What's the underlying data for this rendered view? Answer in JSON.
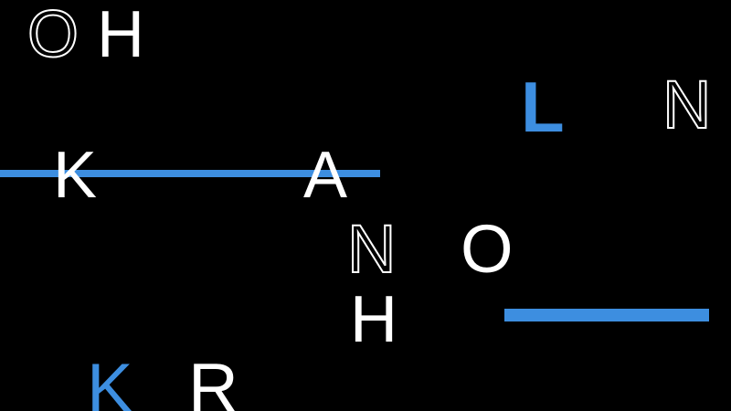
{
  "colors": {
    "background": "#000000",
    "text": "#ffffff",
    "accent": "#3d8ee0"
  },
  "letters": {
    "top_o": "O",
    "top_h": "H",
    "right_l": "L",
    "right_n": "N",
    "mid_k": "K",
    "mid_a": "A",
    "center_n": "N",
    "center_o": "O",
    "center_h": "H",
    "bottom_k": "K",
    "bottom_r": "R"
  }
}
